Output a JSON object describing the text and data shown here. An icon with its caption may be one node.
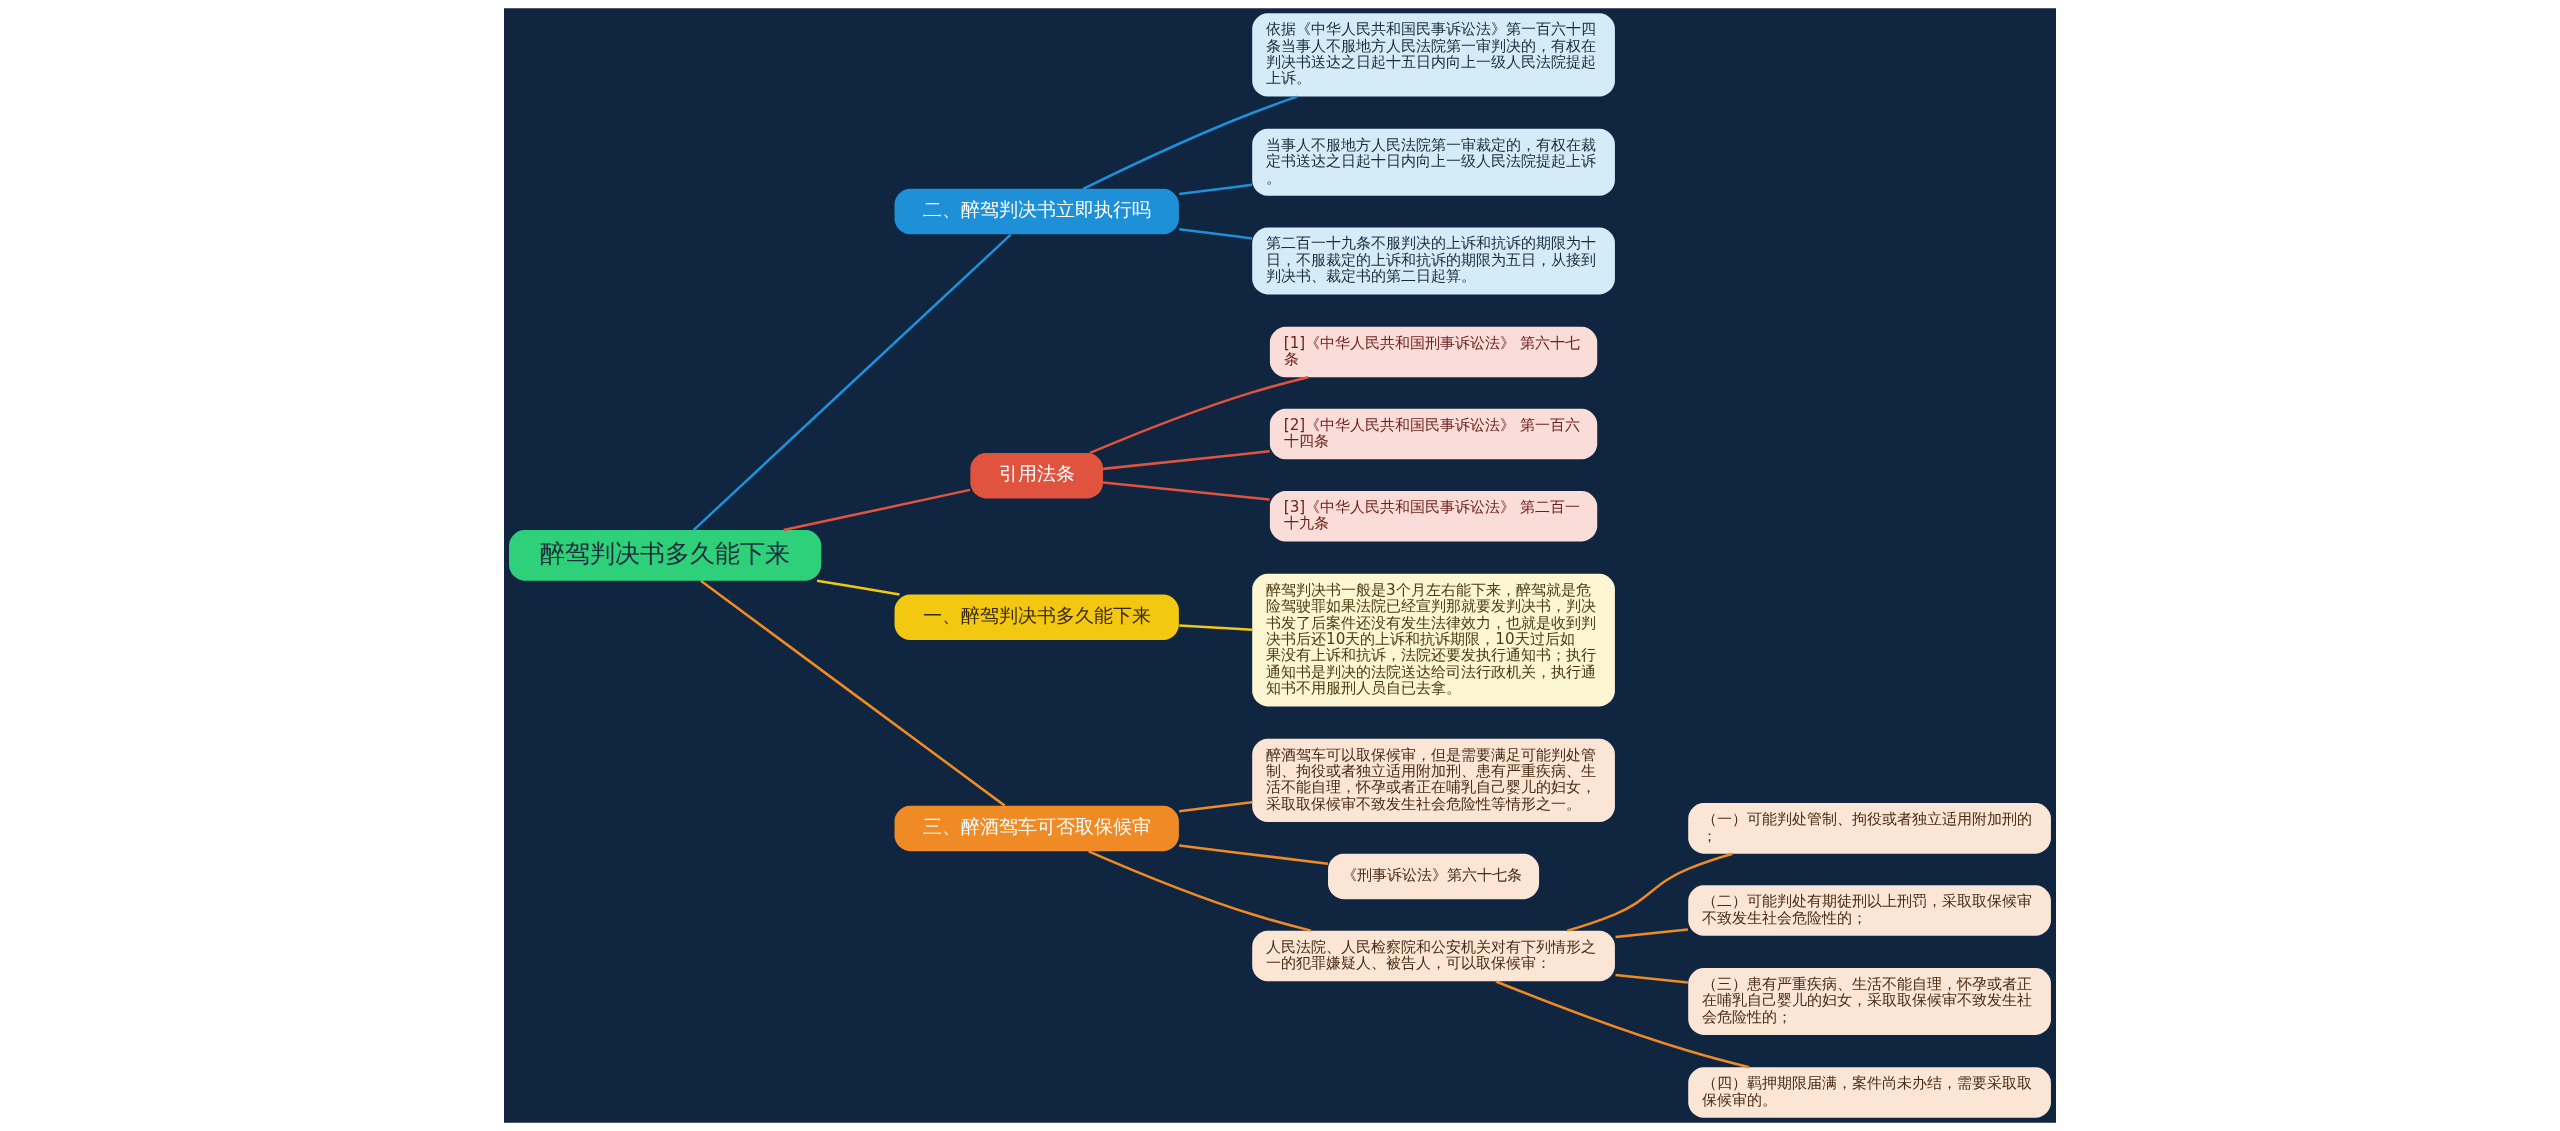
{
  "diagram": {
    "nodes": [
      {
        "text": [
          "醉驾判决书多久能下来"
        ]
      },
      {
        "text": [
          "二、醉驾判决书立即执行吗"
        ]
      },
      {
        "text": [
          "依据《中华人民共和国民事诉讼法》第一百六十四条当事人不服地方人民法院第一审判决的，有权在判决书送达之日起十五日内向上一级人民法院提起上诉。"
        ]
      },
      {
        "text": [
          "当事人不服地方人民法院第一审裁定的，有权在裁定书送达之日起十日内向上一级人民法院提起上诉。"
        ]
      },
      {
        "text": [
          "第二百一十九条不服判决的上诉和抗诉的期限为十日，不服裁定的上诉和抗诉的期限为五日，从接到判决书、裁定书的第二日起算。"
        ]
      },
      {
        "text": [
          "引用法条"
        ]
      },
      {
        "text": [
          "[1]《中华人民共和国刑事诉讼法》 第六十七条"
        ]
      },
      {
        "text": [
          "[2]《中华人民共和国民事诉讼法》 第一百六十四条"
        ]
      },
      {
        "text": [
          "[3]《中华人民共和国民事诉讼法》 第二百一十九条"
        ]
      },
      {
        "text": [
          "一、醉驾判决书多久能下来"
        ]
      },
      {
        "text": [
          "醉驾判决书一般是3个月左右能下来，醉驾就是危险驾驶罪如果法院已经宣判那就要发判决书，判决书发了后案件还没有发生法律效力，也就是收到判决书后还10天的上诉和抗诉期限，10天过后如果没有上诉和抗诉，法院还要发执行通知书；执行通知书是判决的法院送达给司法行政机关，执行通知书不用服刑人员自已去拿。"
        ]
      },
      {
        "text": [
          "三、醉酒驾车可否取保候审"
        ]
      },
      {
        "text": [
          "醉酒驾车可以取保候审，但是需要满足可能判处管制、拘役或者独立适用附加刑、患有严重疾病、生活不能自理，怀孕或者正在哺乳自己婴儿的妇女，采取取保候审不致发生社会危险性等情形之一。"
        ]
      },
      {
        "text": [
          "《刑事诉讼法》第六十七条"
        ]
      },
      {
        "text": [
          "人民法院、人民检察院和公安机关对有下列情形之一的犯罪嫌疑人、被告人，可以取保候审："
        ]
      },
      {
        "text": [
          "（一）可能判处管制、拘役或者独立适用附加刑的；"
        ]
      },
      {
        "text": [
          "（二）可能判处有期徒刑以上刑罚，采取取保候审不致发生社会危险性的；"
        ]
      },
      {
        "text": [
          "（三）患有严重疾病、生活不能自理，怀孕或者正在哺乳自己婴儿的妇女，采取取保候审不致发生社会危险性的；"
        ]
      },
      {
        "text": [
          "（四）羁押期限届满，案件尚未办结，需要采取取保候审的。"
        ]
      }
    ],
    "edges": [
      {
        "from": 0,
        "to": 1,
        "arrow": "none",
        "color": "#1e90d8"
      },
      {
        "from": 1,
        "to": 2,
        "arrow": "none",
        "color": "#1e90d8"
      },
      {
        "from": 1,
        "to": 3,
        "arrow": "none",
        "color": "#1e90d8"
      },
      {
        "from": 1,
        "to": 4,
        "arrow": "none",
        "color": "#1e90d8"
      },
      {
        "from": 0,
        "to": 5,
        "arrow": "none",
        "color": "#e0533f"
      },
      {
        "from": 5,
        "to": 6,
        "arrow": "none",
        "color": "#e0533f"
      },
      {
        "from": 5,
        "to": 7,
        "arrow": "none",
        "color": "#e0533f"
      },
      {
        "from": 5,
        "to": 8,
        "arrow": "none",
        "color": "#e0533f"
      },
      {
        "from": 0,
        "to": 9,
        "arrow": "none",
        "color": "#f2c811"
      },
      {
        "from": 9,
        "to": 10,
        "arrow": "none",
        "color": "#f2c811"
      },
      {
        "from": 0,
        "to": 11,
        "arrow": "none"
      },
      {
        "from": 11,
        "to": 12,
        "arrow": "none"
      },
      {
        "from": 11,
        "to": 13,
        "arrow": "none"
      },
      {
        "from": 11,
        "to": 14,
        "arrow": "none"
      },
      {
        "from": 14,
        "to": 15,
        "arrow": "none"
      },
      {
        "from": 14,
        "to": 16,
        "arrow": "none"
      },
      {
        "from": 14,
        "to": 17,
        "arrow": "none"
      },
      {
        "from": 14,
        "to": 18,
        "arrow": "none"
      }
    ]
  }
}
